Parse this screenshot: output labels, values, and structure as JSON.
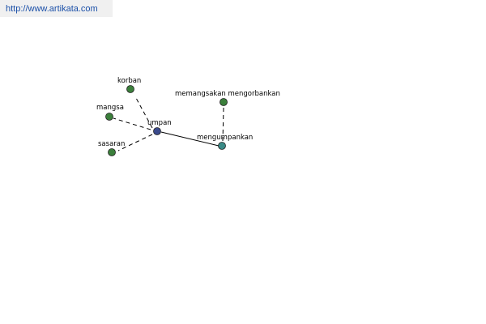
{
  "header": {
    "url": "http://www.artikata.com"
  },
  "colors": {
    "link": "#1a4fa8",
    "center_node": "#3b4a8c",
    "related_node": "#3b7f3b",
    "derived_node": "#3a8a86",
    "edge": "#000000"
  },
  "graph": {
    "nodes": [
      {
        "id": "umpan",
        "label": "umpan",
        "kind": "center",
        "icon": "circle-node"
      },
      {
        "id": "korban",
        "label": "korban",
        "kind": "related",
        "icon": "circle-node"
      },
      {
        "id": "mangsa",
        "label": "mangsa",
        "kind": "related",
        "icon": "circle-node"
      },
      {
        "id": "sasaran",
        "label": "sasaran",
        "kind": "related",
        "icon": "circle-node"
      },
      {
        "id": "mengumpankan",
        "label": "mengumpankan",
        "kind": "derived",
        "icon": "circle-node"
      },
      {
        "id": "memangsakan-mengorbankan",
        "label": "memangsakan mengorbankan",
        "kind": "related",
        "icon": "circle-node"
      }
    ],
    "edges": [
      {
        "from": "umpan",
        "to": "korban",
        "style": "dashed"
      },
      {
        "from": "umpan",
        "to": "mangsa",
        "style": "dashed"
      },
      {
        "from": "umpan",
        "to": "sasaran",
        "style": "dashed"
      },
      {
        "from": "umpan",
        "to": "mengumpankan",
        "style": "solid"
      },
      {
        "from": "mengumpankan",
        "to": "memangsakan-mengorbankan",
        "style": "dashed"
      }
    ]
  }
}
